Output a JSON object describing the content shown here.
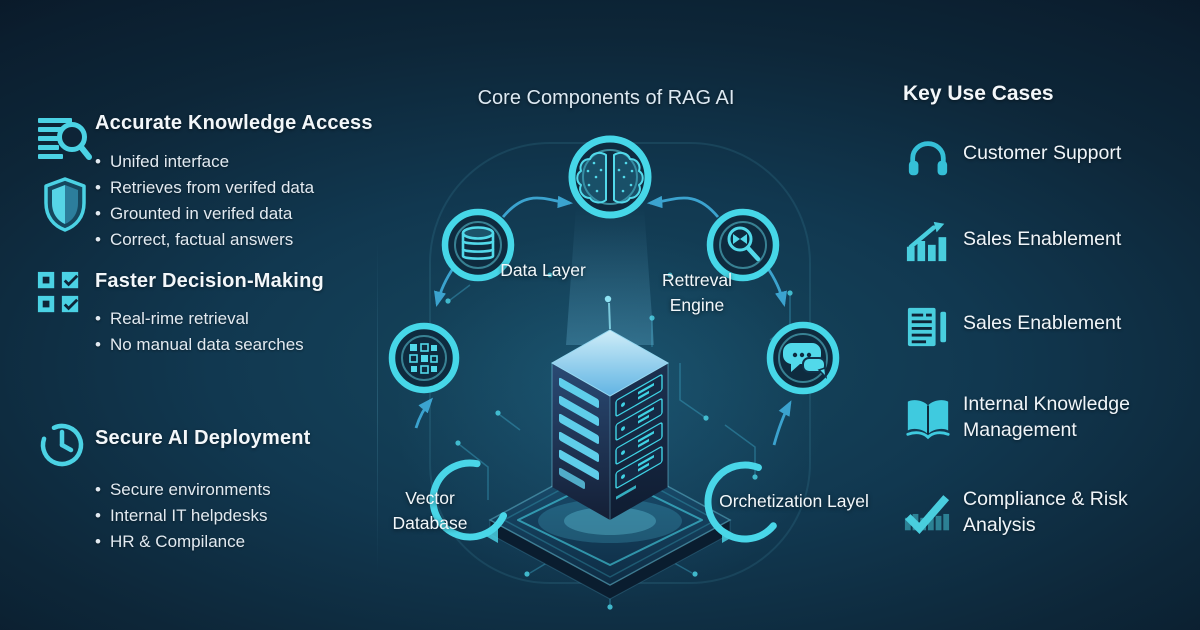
{
  "ui": {
    "bullet": "•"
  },
  "colors": {
    "accent_cyan": "#4bd2e4",
    "arrow_blue": "#3ea9d6",
    "background_deep": "#0a1a2a",
    "background_glow": "#16485f",
    "text": "#f0f5f9"
  },
  "left_panel": {
    "sections": [
      {
        "title": "Accurate Knowledge Access",
        "bullets": [
          "Unifed interface",
          "Retrieves from verifed data",
          "Grounted in verifed data",
          "Correct, factual answers"
        ]
      },
      {
        "title": "Faster Decision-Making",
        "bullets": [
          "Real-rime retrieval",
          "No manual data searches"
        ]
      },
      {
        "title": "Secure AI Deployment",
        "bullets": [
          "Secure environments",
          "Internal IT helpdesks",
          "HR & Compilance"
        ]
      }
    ]
  },
  "center": {
    "title": "Core Components of RAG AI",
    "nodes": {
      "data_layer": {
        "label": "Data Layer"
      },
      "retrieval_engine": {
        "label": "Rettreval Engine"
      },
      "vector_database": {
        "label": "Vector Database"
      },
      "orchestration_layer": {
        "label": "Orchetization Layel"
      }
    }
  },
  "right_panel": {
    "title": "Key Use Cases",
    "items": [
      {
        "label": "Customer Support"
      },
      {
        "label": "Sales Enablement"
      },
      {
        "label": "Sales Enablement"
      },
      {
        "label": "Internal Knowledge Management"
      },
      {
        "label": "Compliance & Risk Analysis"
      }
    ]
  }
}
